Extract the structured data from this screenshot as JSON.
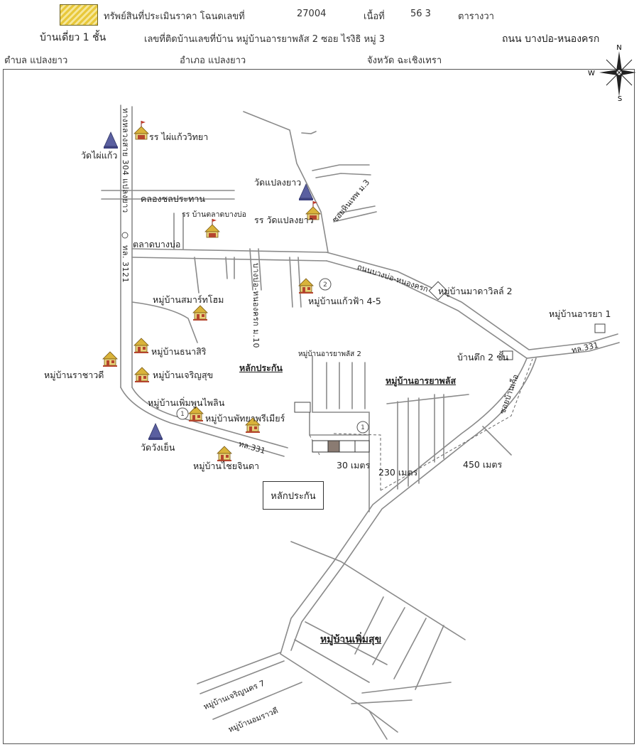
{
  "header": {
    "row1": {
      "legend_text": "ทรัพย์สินที่ประเมินราคา โฉนดเลขที่",
      "deed_no": "27004",
      "area_label": "เนื้อที่",
      "area_value": "56 3",
      "area_unit": "ตารางวา"
    },
    "row2": {
      "house_type": "บ้านเดี่ยว 1 ชั้น",
      "address": "เลขที่ติดบ้านเลขที่บ้าน  หมู่บ้านอารยาพลัส 2  ซอย ไรงิธิ หมู่ 3",
      "road": "ถนน บางปอ-หนองครก"
    },
    "row3": {
      "subdistrict": "ตำบล แปลงยาว",
      "district": "อำเภอ แปลงยาว",
      "province": "จังหวัด ฉะเชิงเทรา"
    }
  },
  "compass": {
    "n": "N",
    "s": "S",
    "w": "W"
  },
  "labels": {
    "phai_kaew_school": "รร ไผ่แก้ววิทยา",
    "wat_phai_kaew": "วัดไผ่แก้ว",
    "route_304_1": "ทางหลวงสาย 304 แปลงยาว",
    "khlong": "คลองชลประทาน",
    "wat_plaeng_yao": "วัดแปลงยาว",
    "soi_3": "ซอยหินเทพ ม.3",
    "talat_school": "รร บ้านตลาดบางบ่อ",
    "plaeng_yao_school": "รร วัดแปลงยาว",
    "talat": "ตลาดบางบ่อ",
    "route_3121": "ทล. 3121",
    "nong_khrok_10": "บางบ่อ-หนองครก ม.10",
    "kaew_fa": "หมู่บ้านแก้วฟ้า 4-5",
    "main_road": "ถนนบางบ่อ-หนองครก",
    "mada_ville": "หมู่บ้านมาดาวิลล์ 2",
    "araya_1": "หมู่บ้านอารยา 1",
    "smart_home": "หมู่บ้านสมาร์ทโฮม",
    "thanasiri": "หมู่บ้านธนาสิริ",
    "ban_tuk": "บ้านตึก 2 ชั้น",
    "road_331_a": "ทล.331",
    "lak_prakan_1": "หลักประกัน",
    "araya_plus_2": "หมู่บ้านอารยาพลัส 2",
    "araya_plus": "หมู่บ้านอารยาพลัส",
    "soi_ru": "ซอยบ้านเก็อ",
    "racha_wadi": "หมู่บ้านราชาวดี",
    "charoen_suk": "หมู่บ้านเจริญสุข",
    "phoem_phun": "หมู่บ้านเพิ่มพูนไพลิน",
    "pattaya": "หมู่บ้านพัทยาพรีเมียร์",
    "wat_wang_yen": "วัดวังเย็น",
    "road_331_b": "ทล.331",
    "chai_chinda": "หมู่บ้านไชยจินดา",
    "m30": "30 เมตร",
    "m230": "230 เมตร",
    "m450": "450 เมตร",
    "lak_prakan_box": "หลักประกัน",
    "phoem_suk": "หมู่บ้านเพิ่มสุข",
    "charoen_suk_7": "หมู่บ้านเจริญนคร 7",
    "amaravadee": "หมู่บ้านอมราวดี"
  },
  "colors": {
    "road": "#8a8a8a",
    "house_roof": "#d9b33a",
    "house_body": "#b5452e",
    "temple": "#5a5fa0",
    "property": "#8a7b72"
  }
}
